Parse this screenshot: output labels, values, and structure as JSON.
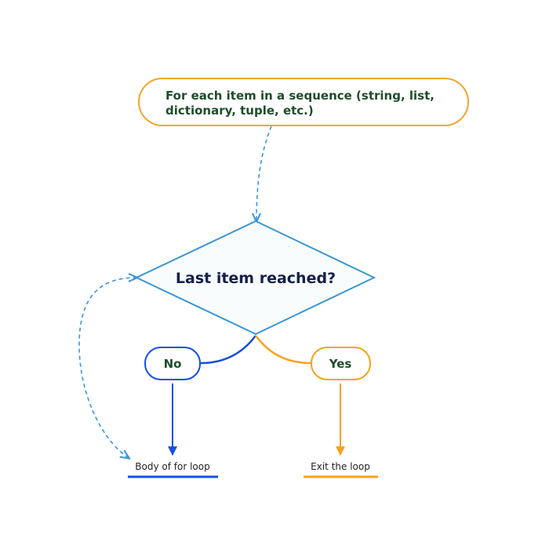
{
  "flowchart": {
    "start": {
      "lines": [
        "For each item in a sequence (string, list,",
        "dictionary, tuple, etc.)"
      ]
    },
    "decision": {
      "label": "Last item reached?"
    },
    "branches": {
      "no": {
        "label": "No"
      },
      "yes": {
        "label": "Yes"
      }
    },
    "targets": {
      "body": {
        "label": "Body of for loop"
      },
      "exit": {
        "label": "Exit the loop"
      }
    }
  },
  "colors": {
    "start_border": "#f5a623",
    "decision_border": "#3a96d3",
    "decision_fill": "#f8fcfd",
    "no_color": "#1450e0",
    "yes_color": "#f7a21b",
    "dashed_color": "#3a96e0",
    "dark_text": "#1f4d2b",
    "title_text": "#14204a"
  }
}
